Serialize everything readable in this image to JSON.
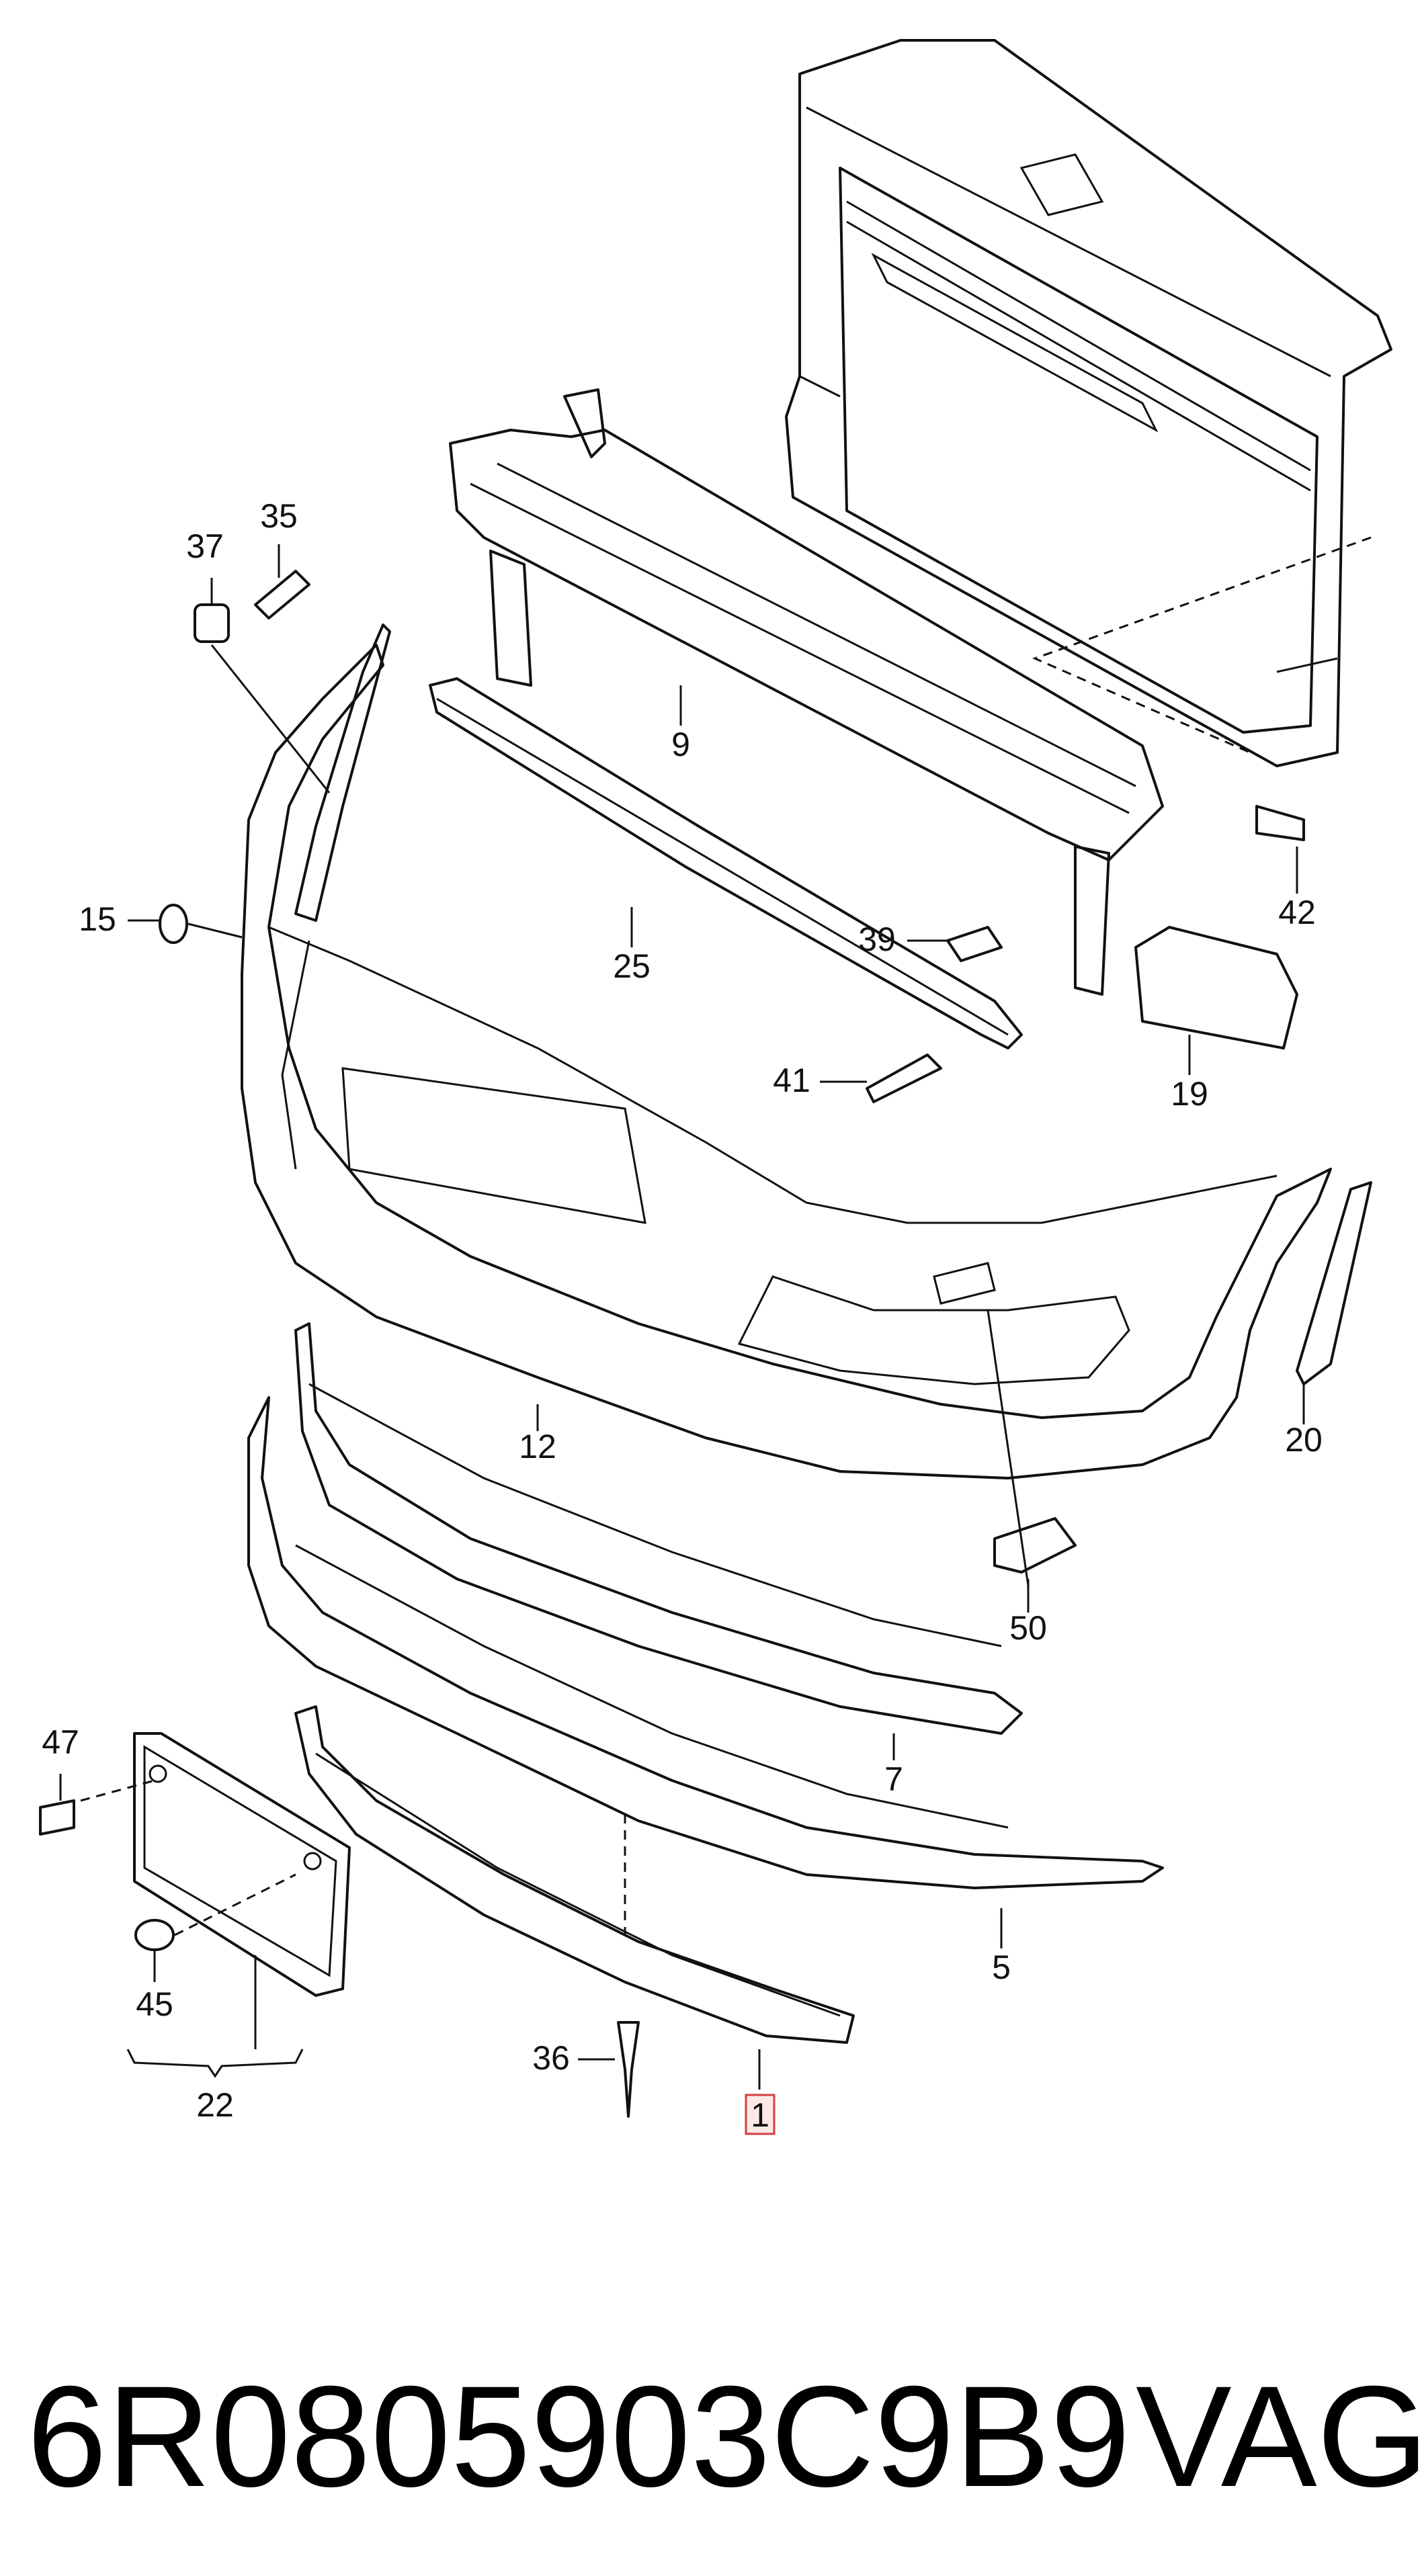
{
  "callouts": {
    "c37": "37",
    "c35": "35",
    "c15": "15",
    "c9": "9",
    "c25": "25",
    "c39": "39",
    "c42": "42",
    "c41": "41",
    "c19": "19",
    "c12": "12",
    "c20": "20",
    "c50": "50",
    "c47": "47",
    "c7": "7",
    "c5": "5",
    "c45": "45",
    "c36": "36",
    "c22": "22",
    "c1": "1"
  },
  "highlighted_part": "1",
  "part_number": "6R0805903C9B9",
  "brand": "VAG",
  "colors": {
    "line": "#111111",
    "highlight_fill": "#fde8e8",
    "highlight_border": "#d04040"
  }
}
